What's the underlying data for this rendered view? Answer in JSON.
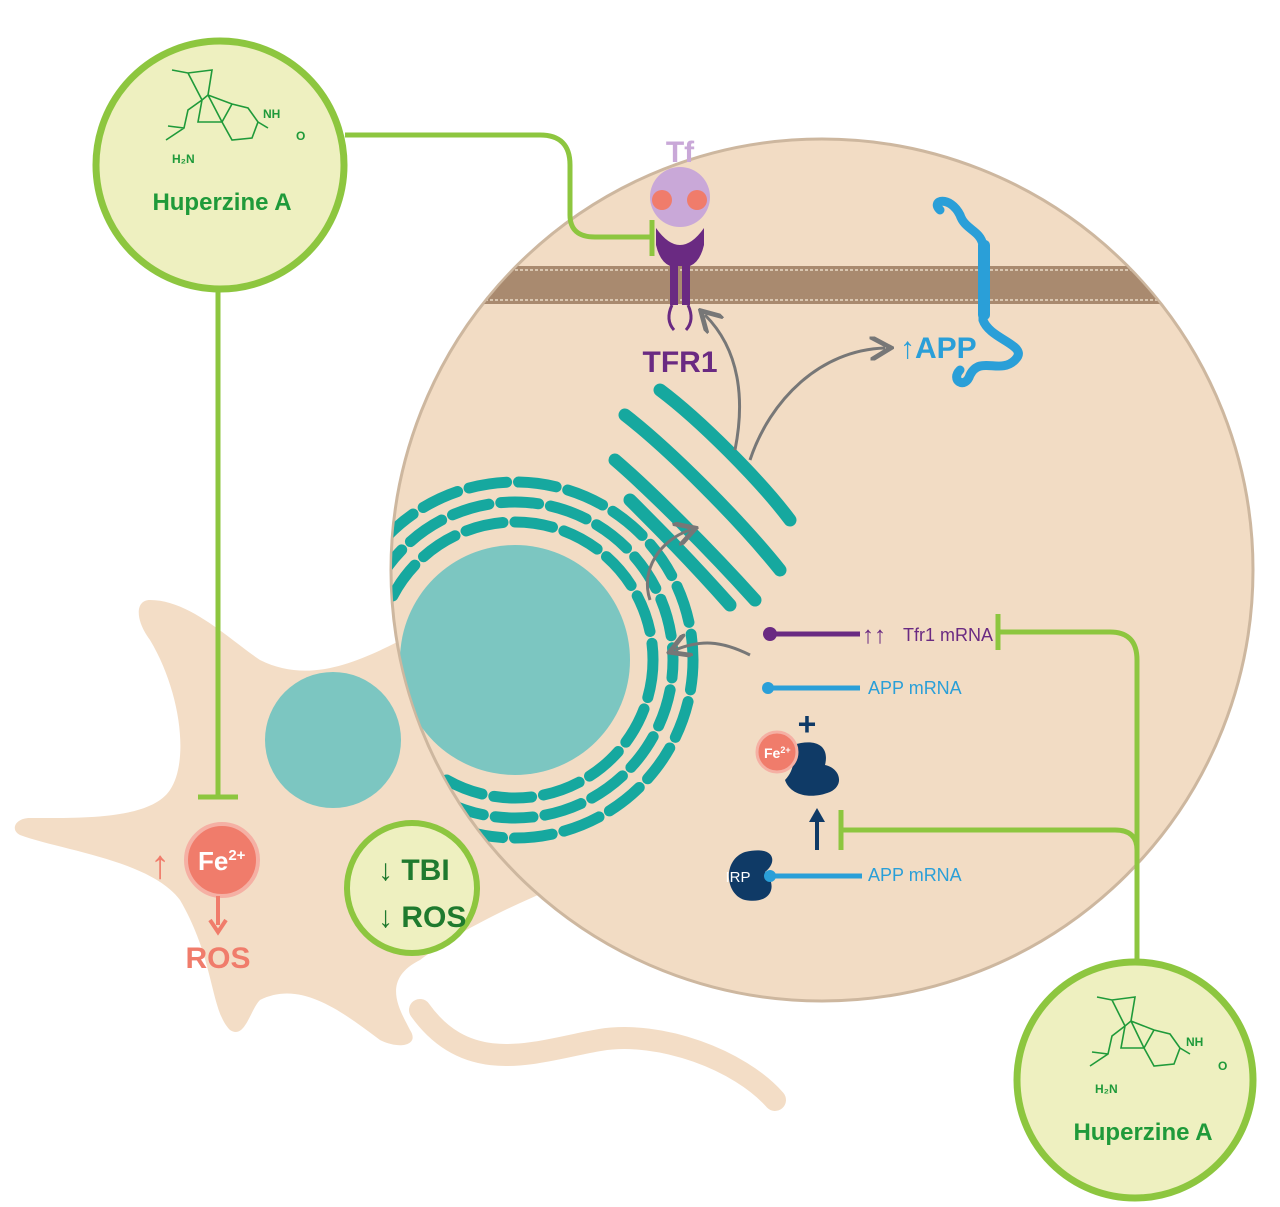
{
  "huperzine_top": {
    "name": "Huperzine A",
    "nh": "NH",
    "o": "O",
    "h2n": "H₂N"
  },
  "huperzine_bottom": {
    "name": "Huperzine A",
    "nh": "NH",
    "o": "O",
    "h2n": "H₂N"
  },
  "receptor": {
    "ligand": "Tf",
    "name": "TFR1"
  },
  "app_protein": {
    "label": "↑APP"
  },
  "mrna": {
    "tfr1": "Tfr1 mRNA",
    "tfr1_arrows": "↑↑",
    "app_top": "APP mRNA",
    "app_bottom": "APP mRNA"
  },
  "irp": {
    "label": "IRP",
    "fe": "Fe",
    "fe_charge": "2+",
    "plus": "+"
  },
  "neuron": {
    "fe": "Fe",
    "fe_charge": "2+",
    "up_arrow": "↑",
    "ros": "ROS"
  },
  "effects": {
    "tbi": "↓ TBI",
    "ros": "↓ ROS"
  },
  "colors": {
    "huperzine_green": "#8dc63f",
    "text_green": "#1f9a3a",
    "cell": "#f3ddc6",
    "teal": "#16a89f",
    "nucleus": "#7cc6c1",
    "purple": "#6a2a82",
    "blue": "#2a9fd8",
    "navy": "#0f3a66",
    "iron": "#f07c6b"
  }
}
